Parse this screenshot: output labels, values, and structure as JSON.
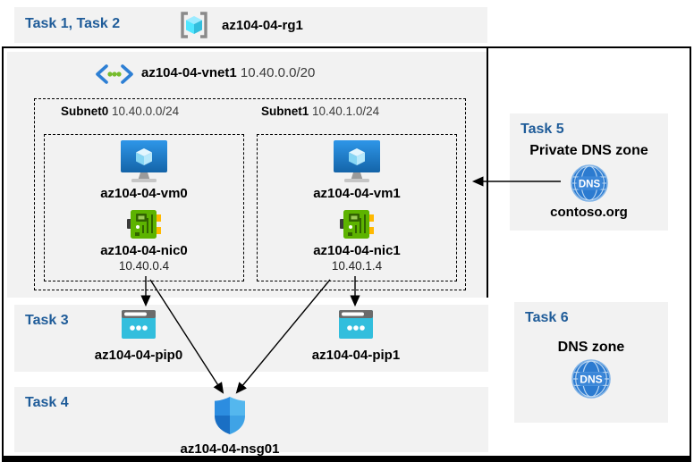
{
  "header": {
    "task_label": "Task 1, Task 2",
    "resource_group": "az104-04-rg1"
  },
  "vnet": {
    "name": "az104-04-vnet1",
    "cidr": "10.40.0.0/20",
    "subnets": [
      {
        "name": "Subnet0",
        "cidr": "10.40.0.0/24",
        "vm": "az104-04-vm0",
        "nic": "az104-04-nic0",
        "ip": "10.40.0.4"
      },
      {
        "name": "Subnet1",
        "cidr": "10.40.1.0/24",
        "vm": "az104-04-vm1",
        "nic": "az104-04-nic1",
        "ip": "10.40.1.4"
      }
    ]
  },
  "task3": {
    "label": "Task 3",
    "pips": [
      "az104-04-pip0",
      "az104-04-pip1"
    ]
  },
  "task4": {
    "label": "Task 4",
    "nsg": "az104-04-nsg01"
  },
  "task5": {
    "label": "Task 5",
    "title": "Private DNS zone",
    "zone": "contoso.org",
    "dns_icon_text": "DNS"
  },
  "task6": {
    "label": "Task 6",
    "title": "DNS zone",
    "dns_icon_text": "DNS"
  },
  "icons": [
    "resource-group-icon",
    "vnet-icon",
    "vm-icon",
    "nic-icon",
    "public-ip-icon",
    "nsg-shield-icon",
    "dns-zone-icon"
  ],
  "colors": {
    "task_label_blue": "#1F5C99",
    "panel_gray": "#F2F2F2",
    "azure_blue": "#2E8DE1",
    "nic_green": "#5DB300",
    "pip_cyan": "#32BEDD",
    "dns_blue": "#2C7BD0"
  }
}
